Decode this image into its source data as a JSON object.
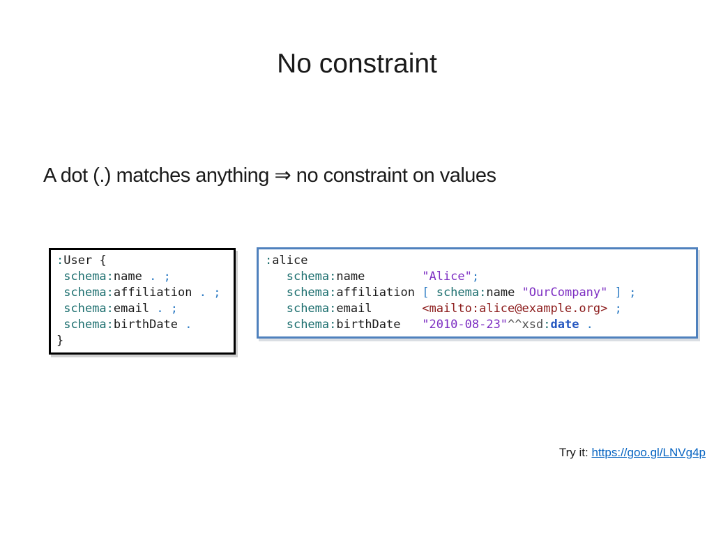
{
  "slide": {
    "title": "No constraint",
    "statement": "A dot (.) matches anything ⇒ no constraint on values",
    "try_it": {
      "label": "Try it:",
      "link": "https://goo.gl/LNVg4p"
    }
  },
  "colors": {
    "text_black": "#1a1a1a",
    "teal_prefix": "#1b6e6e",
    "blue_punct": "#2e7cc4",
    "purple_string": "#7d2ec2",
    "maroon_iri": "#8b1a1a",
    "gray_datatype_op": "#4d4d4d",
    "blue_type": "#2456c0",
    "link_blue": "#0563c1",
    "box_border_blue": "#4f81bd",
    "box_border_black": "#000000"
  },
  "shape_box": {
    "lines": [
      [
        {
          "c": "k",
          "t": ":"
        },
        {
          "c": "d",
          "t": "User "
        },
        {
          "c": "b",
          "t": "{"
        }
      ],
      [
        {
          "c": "d",
          "t": " "
        },
        {
          "c": "k",
          "t": "schema:"
        },
        {
          "c": "d",
          "t": "name"
        },
        {
          "c": "p",
          "t": " . ;"
        }
      ],
      [
        {
          "c": "d",
          "t": " "
        },
        {
          "c": "k",
          "t": "schema:"
        },
        {
          "c": "d",
          "t": "affiliation"
        },
        {
          "c": "p",
          "t": " . ;"
        }
      ],
      [
        {
          "c": "d",
          "t": " "
        },
        {
          "c": "k",
          "t": "schema:"
        },
        {
          "c": "d",
          "t": "email"
        },
        {
          "c": "p",
          "t": " . ;"
        }
      ],
      [
        {
          "c": "d",
          "t": " "
        },
        {
          "c": "k",
          "t": "schema:"
        },
        {
          "c": "d",
          "t": "birthDate"
        },
        {
          "c": "p",
          "t": " ."
        }
      ],
      [
        {
          "c": "b",
          "t": "}"
        }
      ]
    ]
  },
  "data_box": {
    "lines": [
      [
        {
          "c": "k",
          "t": ":"
        },
        {
          "c": "d",
          "t": "alice"
        }
      ],
      [
        {
          "c": "d",
          "t": "   "
        },
        {
          "c": "k",
          "t": "schema:"
        },
        {
          "c": "d",
          "t": "name"
        },
        {
          "c": "d",
          "t": "        "
        },
        {
          "c": "s",
          "t": "\"Alice\""
        },
        {
          "c": "p",
          "t": ";"
        }
      ],
      [
        {
          "c": "d",
          "t": "   "
        },
        {
          "c": "k",
          "t": "schema:"
        },
        {
          "c": "d",
          "t": "affiliation"
        },
        {
          "c": "d",
          "t": " "
        },
        {
          "c": "p",
          "t": "[ "
        },
        {
          "c": "k",
          "t": "schema:"
        },
        {
          "c": "d",
          "t": "name"
        },
        {
          "c": "d",
          "t": " "
        },
        {
          "c": "s",
          "t": "\"OurCompany\""
        },
        {
          "c": "p",
          "t": " ] ;"
        }
      ],
      [
        {
          "c": "d",
          "t": "   "
        },
        {
          "c": "k",
          "t": "schema:"
        },
        {
          "c": "d",
          "t": "email"
        },
        {
          "c": "d",
          "t": "       "
        },
        {
          "c": "i",
          "t": "<mailto:alice@example.org>"
        },
        {
          "c": "p",
          "t": " ;"
        }
      ],
      [
        {
          "c": "d",
          "t": "   "
        },
        {
          "c": "k",
          "t": "schema:"
        },
        {
          "c": "d",
          "t": "birthDate"
        },
        {
          "c": "d",
          "t": "   "
        },
        {
          "c": "s",
          "t": "\"2010-08-23\""
        },
        {
          "c": "g",
          "t": "^^xsd"
        },
        {
          "c": "k",
          "t": ":"
        },
        {
          "c": "t",
          "t": "date"
        },
        {
          "c": "p",
          "t": " ."
        }
      ]
    ]
  }
}
